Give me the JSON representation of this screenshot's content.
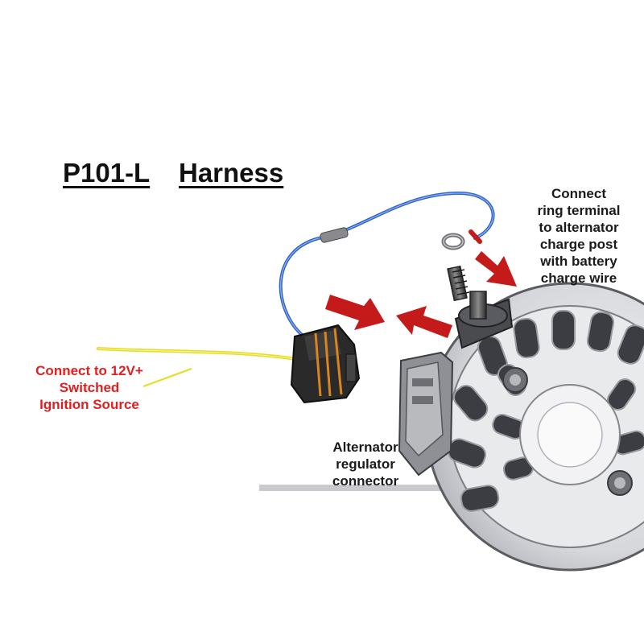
{
  "title": {
    "part": "P101-L",
    "name": "Harness"
  },
  "notes": {
    "ring_terminal": [
      "Connect",
      "ring terminal",
      "to alternator",
      "charge post",
      "with battery",
      "charge wire"
    ],
    "regulator": [
      "Alternator",
      "regulator",
      "connector"
    ],
    "ignition": [
      "Connect to 12V+",
      "Switched",
      "Ignition Source"
    ]
  },
  "colors": {
    "arrow": "#c41a1a",
    "ignition_text": "#e41e1e",
    "wire_blue": "#2f63c8",
    "wire_yellow": "#e7dc1e",
    "connector": "#2a2a2a",
    "connector_band": "#d9841c"
  }
}
